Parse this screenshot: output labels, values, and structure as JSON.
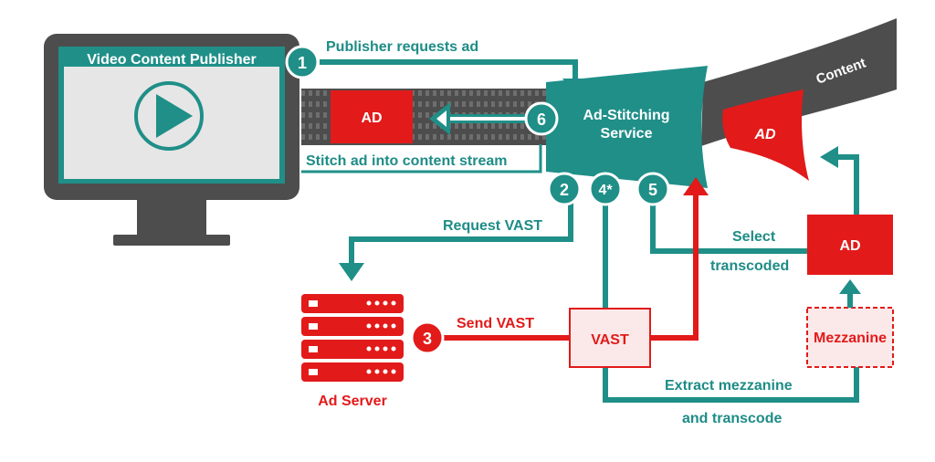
{
  "colors": {
    "teal": "#1f8f88",
    "red": "#e21a1a",
    "dark_gray": "#4d4d4d",
    "light_gray": "#e6e6e6",
    "white": "#ffffff"
  },
  "publisher": {
    "title": "Video Content Publisher",
    "icon": "play-icon"
  },
  "steps": {
    "s1": {
      "number": "1",
      "label": "Publisher requests ad"
    },
    "s2": {
      "number": "2",
      "label": "Request VAST"
    },
    "s3": {
      "number": "3",
      "label": "Send VAST"
    },
    "s4": {
      "number": "4*"
    },
    "s5": {
      "number": "5",
      "label_line1": "Select",
      "label_line2": "transcoded"
    },
    "s6": {
      "number": "6",
      "label": "Stitch ad into content stream"
    }
  },
  "stitching_service": {
    "line1": "Ad-Stitching",
    "line2": "Service"
  },
  "content_label": "Content",
  "ad_labels": {
    "stream": "AD",
    "flying": "AD",
    "selected": "AD"
  },
  "vast_box": "VAST",
  "mezzanine_box": "Mezzanine",
  "ad_server": {
    "label": "Ad Server",
    "icon": "server-icon"
  },
  "extract": {
    "line1": "Extract mezzanine",
    "line2": "and transcode"
  }
}
